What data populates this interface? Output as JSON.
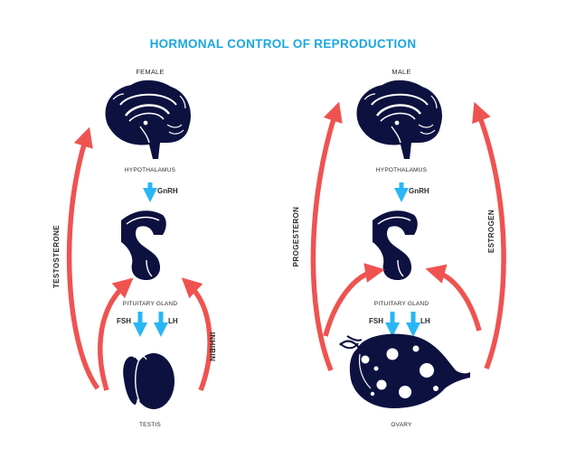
{
  "title": "HORMONAL CONTROL OF REPRODUCTION",
  "colors": {
    "title": "#1aa7e0",
    "organ": "#0d1140",
    "arrow_red": "#ef5350",
    "arrow_blue": "#29b6f6",
    "text": "#2b2b2b"
  },
  "left_panel": {
    "heading": "FEMALE",
    "hypothalamus": "HYPOTHALAMUS",
    "gnrh": "GnRH",
    "pituitary": "PITUITARY GLAND",
    "fsh": "FSH",
    "lh": "LH",
    "organ": "TESTIS",
    "left_loop": "TESTOSTERONE",
    "right_loop": "INHIBIN",
    "icons": [
      "brain-icon",
      "pituitary-icon",
      "testis-icon"
    ]
  },
  "right_panel": {
    "heading": "MALE",
    "hypothalamus": "HYPOTHALAMUS",
    "gnrh": "GnRH",
    "pituitary": "PITUITARY GLAND",
    "fsh": "FSH",
    "lh": "LH",
    "organ": "OVARY",
    "left_loop": "PROGESTERON",
    "right_loop": "ESTROGEN",
    "icons": [
      "brain-icon",
      "pituitary-icon",
      "ovary-icon"
    ]
  }
}
